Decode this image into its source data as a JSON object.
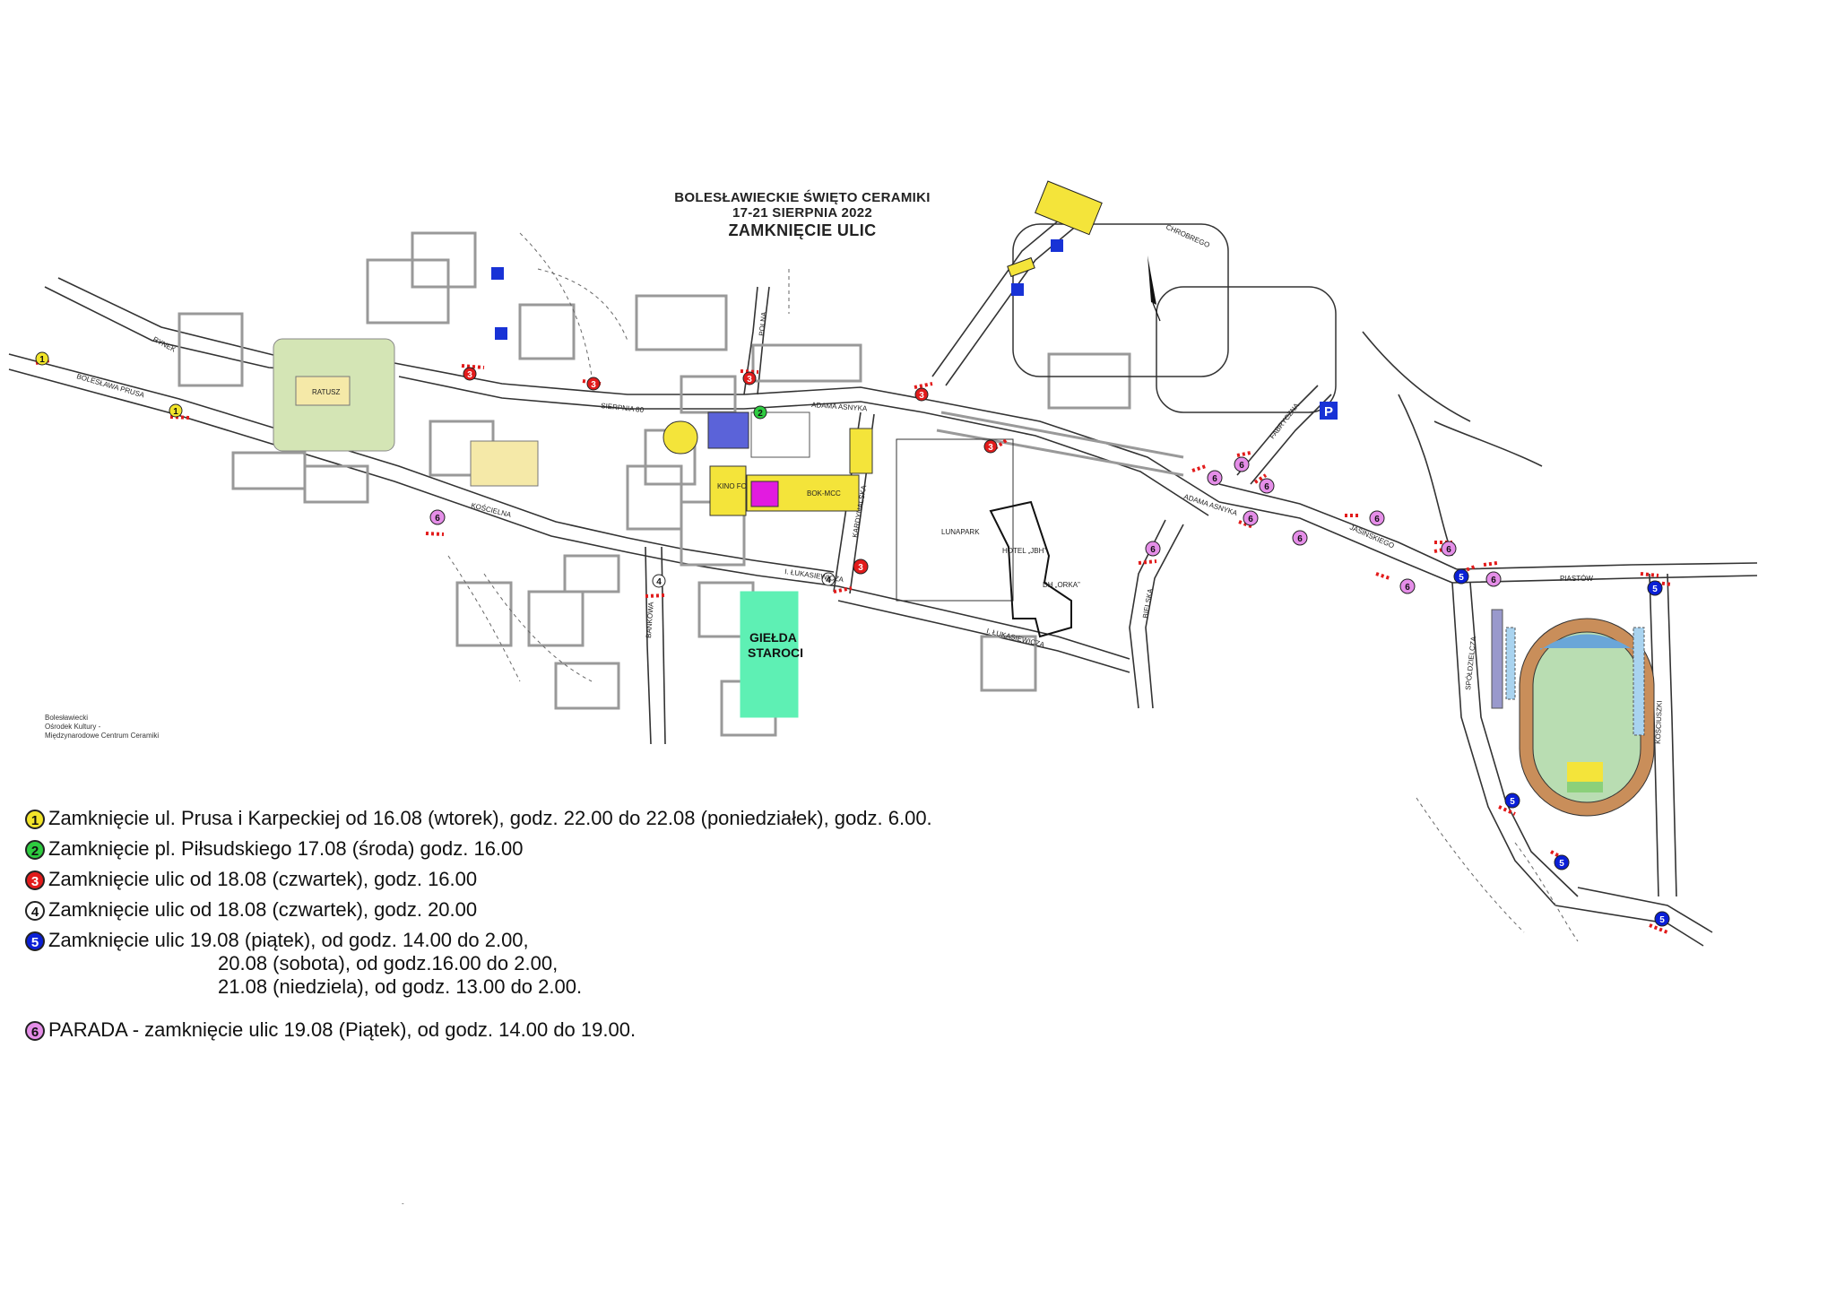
{
  "title": {
    "line1": "BOLESŁAWIECKIE ŚWIĘTO CERAMIKI",
    "line2": "17-21  SIERPNIA 2022",
    "line3": "ZAMKNIĘCIE ULIC"
  },
  "credit": {
    "line1": "Bolesławiecki",
    "line2": "Ośrodek Kultury -",
    "line3": "Międzynarodowe Centrum Ceramiki"
  },
  "map": {
    "streets": {
      "boleslawa_prusa": "BOLESŁAWA PRUSA",
      "rynek": "RYNEK",
      "sierpnia80": "SIERPNIA 80",
      "adama_asnyka": "ADAMA ASNYKA",
      "adama_asnyka2": "ADAMA ASNYKA",
      "koscielna": "KOŚCIELNA",
      "lukasiewicza1": "I. ŁUKASIEWICZA",
      "lukasiewicza2": "I. ŁUKASIEWICZA",
      "bankowa": "BANKOWA",
      "chrobrego": "CHROBREGO",
      "jasinskiego": "JASIŃSKIEGO",
      "piastow": "PIASTÓW",
      "spoldzielcza": "SPÓŁDZIELCZA",
      "bielska": "BIELSKA",
      "polna": "POLNA",
      "kardynalska": "KARDYNALSKA",
      "fabryczna": "FABRYCZNA",
      "kosciuszki": "KOŚCIUSZKI"
    },
    "buildings": {
      "ratusz": "RATUSZ",
      "kino_forum": "KINO FORUM",
      "bok_mcc": "BOK-MCC",
      "gielda1": "GIEŁDA",
      "gielda2": "STAROCI",
      "lunapark": "LUNAPARK",
      "hotel": "HOTEL „JBH”",
      "dh_orka": "DH „ORKA”",
      "parking": "P"
    },
    "colors": {
      "closure1": "#f2e52a",
      "closure2": "#2ecc40",
      "closure3": "#e21b1b",
      "closure4": "#ffffff",
      "closure5": "#0a1fd6",
      "closure6": "#e58ee8",
      "event_yellow": "#f4e43a",
      "market_green": "#5ef0b4",
      "ratusz_green": "#d4e5b5",
      "pitch": "#b9ddb2",
      "track": "#c98e5a",
      "pool_blue": "#6aa6d8"
    }
  },
  "legend": [
    {
      "num": "1",
      "color": "#f2e52a",
      "text_color": "#111",
      "text": "Zamknięcie ul. Prusa i Karpeckiej od 16.08 (wtorek), godz. 22.00 do 22.08 (poniedziałek), godz. 6.00."
    },
    {
      "num": "2",
      "color": "#2ecc40",
      "text_color": "#111",
      "text": "Zamknięcie pl. Piłsudskiego 17.08 (środa) godz. 16.00"
    },
    {
      "num": "3",
      "color": "#e21b1b",
      "text_color": "#fff",
      "text": "Zamknięcie ulic od 18.08 (czwartek), godz. 16.00"
    },
    {
      "num": "4",
      "color": "#ffffff",
      "text_color": "#111",
      "text": "Zamknięcie ulic od 18.08 (czwartek), godz. 20.00"
    },
    {
      "num": "5",
      "color": "#0a1fd6",
      "text_color": "#fff",
      "text": "Zamknięcie ulic 19.08 (piątek), od godz. 14.00 do 2.00,"
    },
    {
      "num": "6",
      "color": "#e58ee8",
      "text_color": "#111",
      "text": "PARADA - zamknięcie ulic 19.08 (Piątek), od godz. 14.00 do 19.00."
    }
  ],
  "legend_cont": {
    "line2": "20.08 (sobota), od godz.16.00 do 2.00,",
    "line3": "21.08 (niedziela), od godz. 13.00 do 2.00."
  },
  "stray_mark": "-"
}
